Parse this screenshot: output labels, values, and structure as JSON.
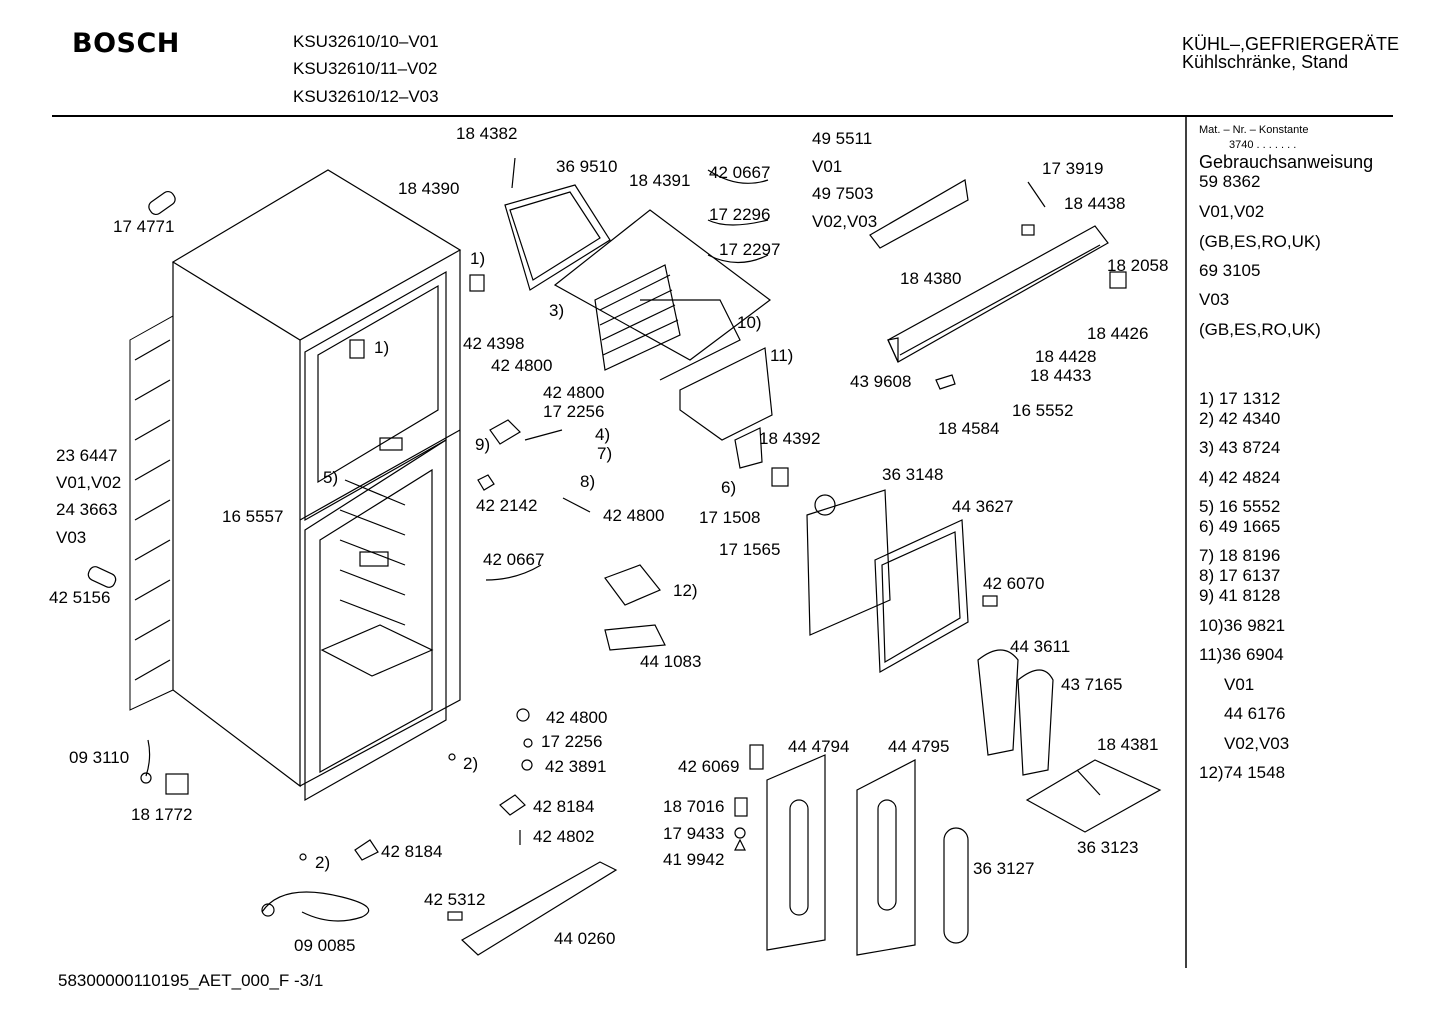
{
  "header": {
    "brand": "BOSCH",
    "models": [
      "KSU32610/10–V01",
      "KSU32610/11–V02",
      "KSU32610/12–V03"
    ],
    "category_line1": "KÜHL–,GEFRIERGERÄTE",
    "category_line2": "Kühlschränke, Stand"
  },
  "sidebar": {
    "mat_header": "Mat. – Nr. – Konstante",
    "mat_sub": "3740 . . . . . . .",
    "manual_label": "Gebrauchsanweisung",
    "lines": [
      "59 8362",
      "V01,V02",
      "(GB,ES,RO,UK)",
      "69 3105",
      "V03",
      "(GB,ES,RO,UK)"
    ],
    "refs": [
      "1) 17 1312",
      "2) 42 4340",
      "3) 43 8724",
      "4) 42 4824",
      "5) 16 5552",
      "6) 49 1665",
      "7) 18 8196",
      "8) 17 6137",
      "9) 41 8128",
      "10)36 9821",
      "11)36 6904",
      "V01",
      "44 6176",
      "V02,V03",
      "12)74 1548"
    ]
  },
  "parts": {
    "p184382": "18 4382",
    "p369510": "36 9510",
    "p184390": "18 4390",
    "p184391": "18 4391",
    "p420667a": "42 0667",
    "p172296": "17 2296",
    "p172297": "17 2297",
    "p174771": "17 4771",
    "r1a": "1)",
    "r1b": "1)",
    "r3": "3)",
    "r10": "10)",
    "r11": "11)",
    "p424398": "42 4398",
    "p424800a": "42 4800",
    "p424800b": "42 4800",
    "p172256a": "17 2256",
    "r4": "4)",
    "r7": "7)",
    "r9": "9)",
    "r8": "8)",
    "r5": "5)",
    "r6": "6)",
    "p422142": "42 2142",
    "p424800c": "42 4800",
    "p184392": "18 4392",
    "p171508": "17 1508",
    "p171565": "17 1565",
    "p236447": "23 6447",
    "v01v02": "V01,V02",
    "p243663": "24 3663",
    "v03": "V03",
    "p165557": "16 5557",
    "p420667b": "42 0667",
    "r12": "12)",
    "p441083": "44 1083",
    "p425156": "42 5156",
    "p495511": "49 5511",
    "v01": "V01",
    "p497503": "49 7503",
    "v02v03": "V02,V03",
    "p173919": "17 3919",
    "p184438": "18 4438",
    "p184380": "18 4380",
    "p182058": "18 2058",
    "p184426": "18 4426",
    "p184428": "18 4428",
    "p184433": "18 4433",
    "p439608": "43 9608",
    "p165552": "16 5552",
    "p184584": "18 4584",
    "p363148": "36 3148",
    "p443627": "44 3627",
    "p426070": "42 6070",
    "p443611": "44 3611",
    "p437165": "43 7165",
    "p184381": "18 4381",
    "p363123": "36 3123",
    "p424800d": "42 4800",
    "p172256b": "17 2256",
    "p423891": "42 3891",
    "p428184a": "42 8184",
    "p424802": "42 4802",
    "p428184b": "42 8184",
    "r2a": "2)",
    "r2b": "2)",
    "p093110": "09 3110",
    "p181772": "18 1772",
    "p090085": "09 0085",
    "p425312": "42 5312",
    "p440260": "44 0260",
    "p426069": "42 6069",
    "p444794": "44 4794",
    "p444795": "44 4795",
    "p187016": "18 7016",
    "p179433": "17 9433",
    "p419942": "41 9942",
    "p363127": "36 3127"
  },
  "footer": {
    "code": "58300000110195_AET_000_F  -3/1"
  }
}
